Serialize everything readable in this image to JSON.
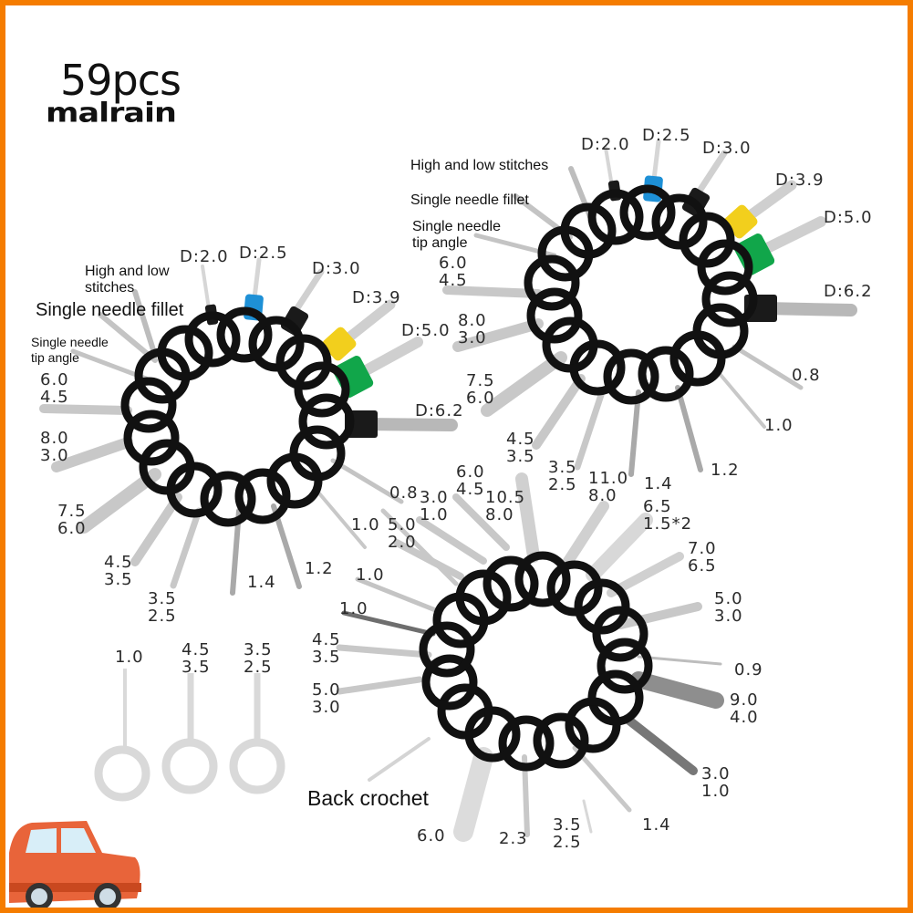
{
  "brand": {
    "count_label": "59pcs",
    "brand_name": "malrain"
  },
  "colors": {
    "border": "#f57c00",
    "handle": "#111111",
    "metal": "#c9c9c9",
    "ferrule_blue": "#1e90d6",
    "ferrule_yellow": "#f2cf1d",
    "ferrule_green": "#11a64a",
    "ferrule_black": "#1a1a1a",
    "car_body": "#e8643a"
  },
  "set_left": {
    "types": [
      "High and low\nstitches",
      "Single needle fillet",
      "Single needle\ntip angle"
    ],
    "diameters": [
      "D:2.0",
      "D:2.5",
      "D:3.0",
      "D:3.9",
      "D:5.0",
      "D:6.2"
    ],
    "sizes": [
      "6.0\n4.5",
      "8.0\n3.0",
      "7.5\n6.0",
      "4.5\n3.5",
      "3.5\n2.5",
      "1.4",
      "1.2",
      "1.0",
      "0.8"
    ]
  },
  "set_right": {
    "types": [
      "High and low stitches",
      "Single needle fillet",
      "Single needle\ntip angle"
    ],
    "diameters": [
      "D:2.0",
      "D:2.5",
      "D:3.0",
      "D:3.9",
      "D:5.0",
      "D:6.2"
    ],
    "sizes": [
      "6.0\n4.5",
      "8.0\n3.0",
      "7.5\n6.0",
      "4.5\n3.5",
      "3.5\n2.5",
      "1.4",
      "1.2",
      "1.0",
      "0.8"
    ]
  },
  "set_bottom": {
    "type_label": "Back crochet",
    "sizes": [
      "1.0",
      "5.0\n2.0",
      "3.0\n1.0",
      "6.0\n4.5",
      "10.5\n8.0",
      "11.0\n8.0",
      "6.5\n1.5*2",
      "7.0\n6.5",
      "5.0\n3.0",
      "0.9",
      "9.0\n4.0",
      "3.0\n1.0",
      "1.4",
      "3.5\n2.5",
      "2.3",
      "6.0",
      "5.0\n3.0",
      "4.5\n3.5",
      "1.0",
      "1.0"
    ]
  },
  "ring_pullers": {
    "sizes": [
      "1.0",
      "4.5\n3.5",
      "3.5\n2.5"
    ]
  }
}
